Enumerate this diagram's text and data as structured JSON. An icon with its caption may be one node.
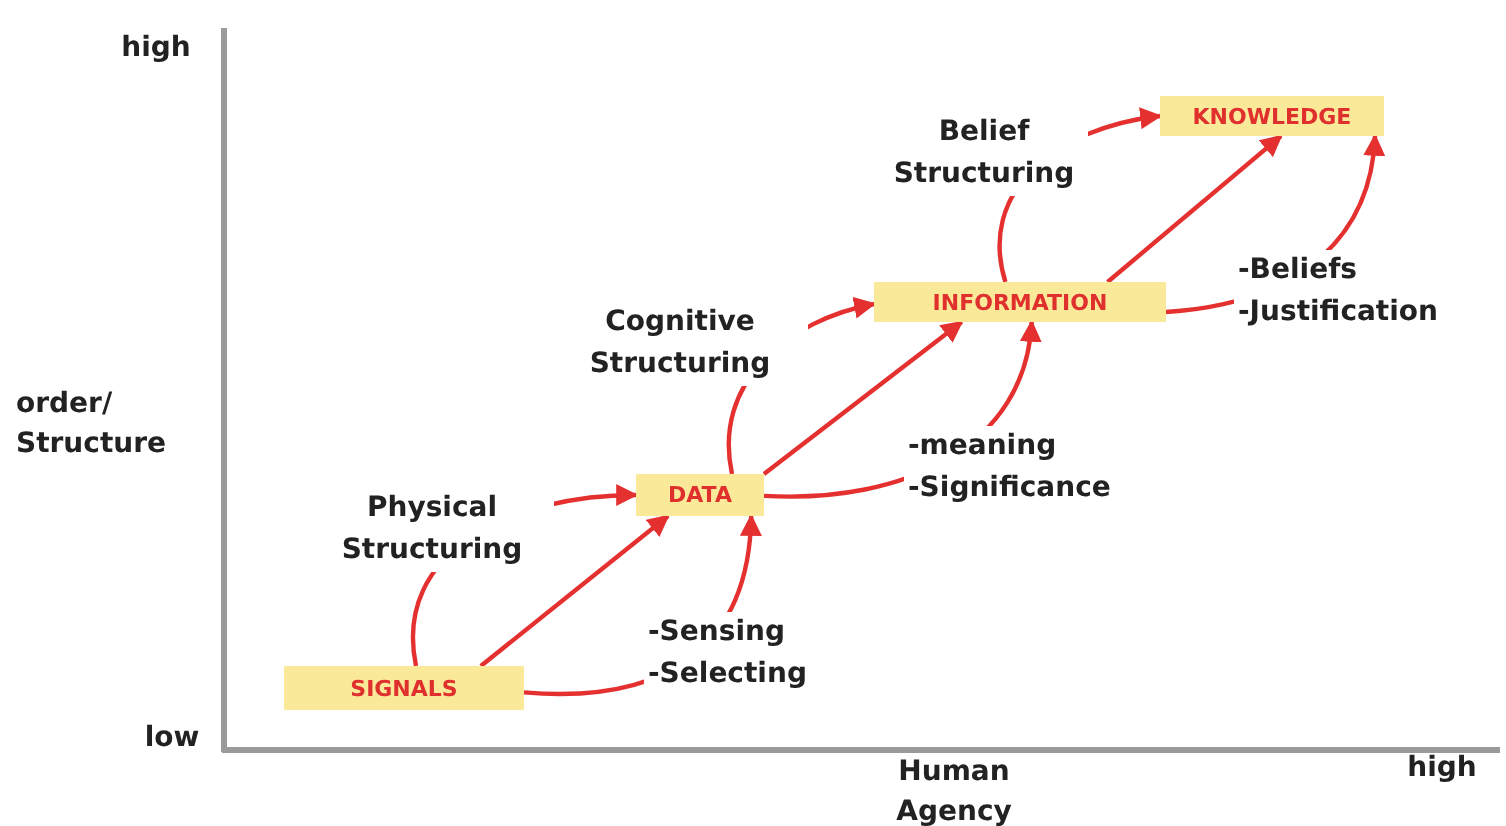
{
  "diagram": {
    "nodes": [
      {
        "text": [
          "SIGNALS"
        ]
      },
      {
        "text": [
          "DATA"
        ]
      },
      {
        "text": [
          "INFORMATION"
        ]
      },
      {
        "text": [
          "KNOWLEDGE"
        ]
      }
    ],
    "edges": [
      {
        "from": 0,
        "to": 1,
        "arrow": "to"
      },
      {
        "from": 0,
        "to": 1,
        "arrow": "to",
        "label": "Physical Structuring"
      },
      {
        "from": 0,
        "to": 1,
        "arrow": "to",
        "label": "-Sensing -Selecting"
      },
      {
        "from": 1,
        "to": 2,
        "arrow": "to"
      },
      {
        "from": 1,
        "to": 2,
        "arrow": "to",
        "label": "Cognitive Structuring"
      },
      {
        "from": 1,
        "to": 2,
        "arrow": "to",
        "label": "-meaning -Significance"
      },
      {
        "from": 2,
        "to": 3,
        "arrow": "to"
      },
      {
        "from": 2,
        "to": 3,
        "arrow": "to",
        "label": "Belief Structuring"
      },
      {
        "from": 2,
        "to": 3,
        "arrow": "to",
        "label": "-Beliefs -Justification"
      }
    ],
    "labels": [
      "high",
      "order/ Structure",
      "low",
      "Human Agency",
      "high"
    ]
  }
}
